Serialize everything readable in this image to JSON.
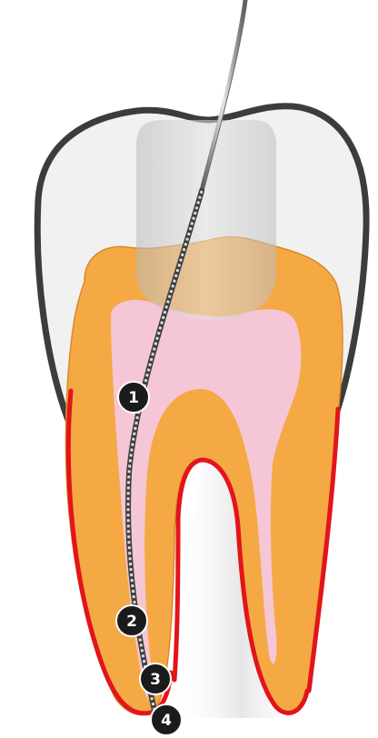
{
  "diagram": {
    "colors": {
      "enamel_fill": "#f1f1f1",
      "enamel_outline": "#3c3c3c",
      "dentin_fill": "#f5a944",
      "pulp_fill": "#f5c7d6",
      "root_outline": "#e3141b",
      "cavity_fill": "#d2d2d2",
      "file_steel": "#8a8a8a",
      "marker_fill": "#1b1b1b",
      "marker_text": "#ffffff"
    },
    "instrument": {
      "name": "endodontic-file"
    },
    "markers": [
      {
        "label": "1"
      },
      {
        "label": "2"
      },
      {
        "label": "3"
      },
      {
        "label": "4"
      }
    ]
  }
}
